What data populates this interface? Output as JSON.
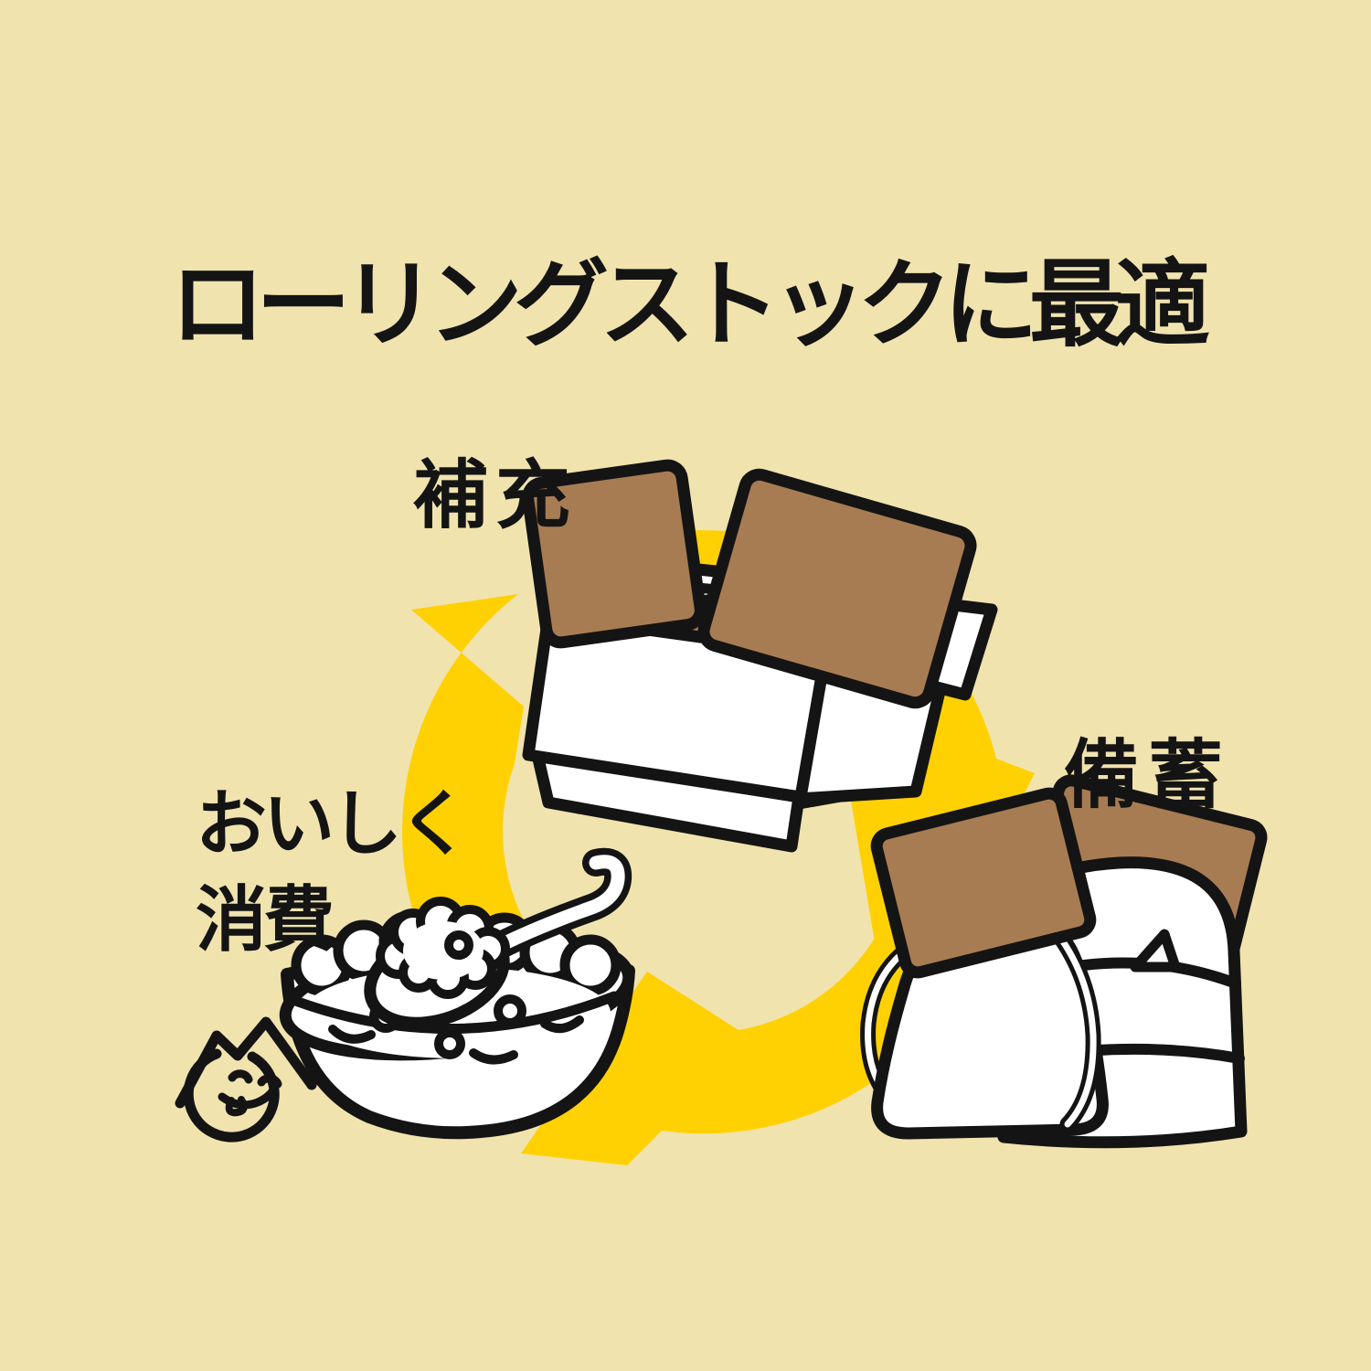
{
  "title": "ローリングストックに最適",
  "cycle": {
    "direction": "clockwise",
    "steps": [
      {
        "id": "replenish",
        "label": "補充"
      },
      {
        "id": "stockpile",
        "label": "備蓄"
      },
      {
        "id": "consume",
        "label_line1": "おいしく",
        "label_line2": "消費"
      }
    ]
  },
  "illustrations": [
    "cycle-arrows-icon",
    "cardboard-box-icon",
    "food-package-icon",
    "drawstring-bag-icon",
    "water-bottle-icon",
    "backpack-icon",
    "rice-bowl-icon",
    "spoon-icon",
    "mountain-mascot-icon"
  ],
  "colors": {
    "bg": "#F0E3AE",
    "yellow": "#FFD103",
    "brown": "#A87C52",
    "ink": "#141414",
    "white": "#FFFFFF"
  }
}
